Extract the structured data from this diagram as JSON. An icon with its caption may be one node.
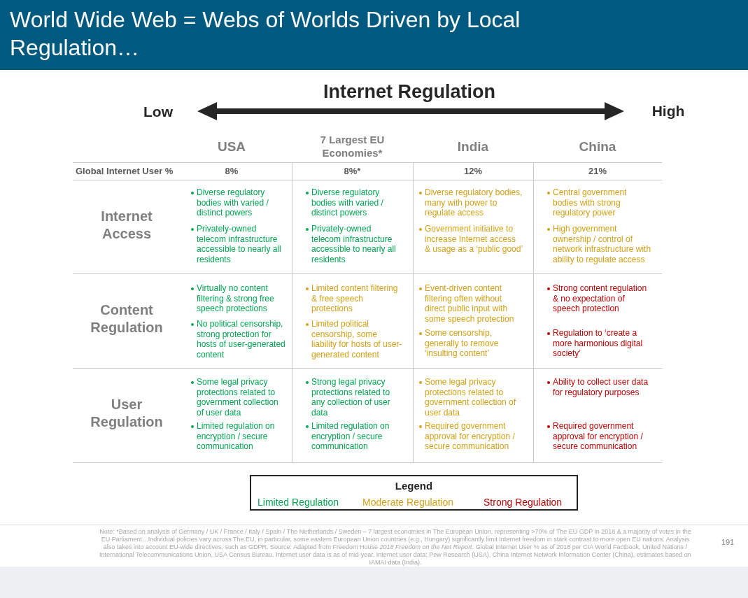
{
  "diagram": {
    "title": "World Wide Web = Webs of Worlds Driven by Local Regulation…",
    "labels": [
      "Internet Regulation",
      "Low",
      "High",
      "USA",
      "7 Largest EU Economies*",
      "India",
      "China",
      "Global Internet User %",
      "8%",
      "8%*",
      "12%",
      "21%",
      "Internet Access",
      "Diverse regulatory bodies with varied / distinct powers",
      "Privately-owned telecom infrastructure accessible to nearly all residents",
      "Diverse regulatory bodies with varied / distinct powers",
      "Privately-owned telecom infrastructure accessible to nearly all residents",
      "Diverse regulatory bodies, many with power to regulate access",
      "Government initiative to increase Internet access & usage as a ‘public good’",
      "Central government bodies with strong regulatory power",
      "High government ownership / control of network infrastructure with ability to regulate access",
      "Content Regulation",
      "Virtually no content filtering & strong free speech protections",
      "No political censorship, strong protection for hosts of user-generated content",
      "Limited content filtering & free speech protections",
      "Limited political censorship, some liability for hosts of user-generated content",
      "Event-driven content filtering often without direct public input with some speech protection",
      "Some censorship, generally to remove ‘insulting content’",
      "Strong content regulation & no expectation of speech protection",
      "Regulation to ‘create a more harmonious digital society’",
      "User Regulation",
      "Some legal privacy protections related to government collection of user data",
      "Limited regulation on encryption / secure communication",
      "Strong legal privacy protections related to any collection of user data",
      "Limited regulation on encryption / secure communication",
      "Some legal privacy protections related to government collection of user data",
      "Required government approval for encryption / secure communication",
      "Ability to collect user data for regulatory purposes",
      "Required government approval for encryption / secure communication",
      "Legend",
      "Note: *Based on analysis of Germany / UK / France / Italy / Spain / The Netherlands / Sweden – 7 largest economies in The European Union, representing >70% of The EU GDP in 2018 & a majority of votes in the EU Parliament…Individual policies vary across The EU, in particular, some eastern European Union countries (e.g., Hungary) significantly limit Internet freedom in stark contrast to more open EU nations. Analysis also takes into account EU-wide directives, such as GDPR.  Source: Adapted from Freedom House *2018 Freedom on the Net Report*. Global Internet User % as of 2018 per CIA World Factbook, United Nations / International Telecommunications Union, USA Census Bureau. Internet user data is as of mid-year. Internet user data: Pew Research (USA), China Internet Network Information Center (China), estimates based on IAMAI data (India).",
      "191"
    ],
    "legend": [
      {
        "text": "Limited Regulation",
        "color": "#00a651"
      },
      {
        "text": "Moderate Regulation",
        "color": "#d4a017"
      },
      {
        "text": "Strong Regulation",
        "color": "#c00000"
      }
    ]
  }
}
